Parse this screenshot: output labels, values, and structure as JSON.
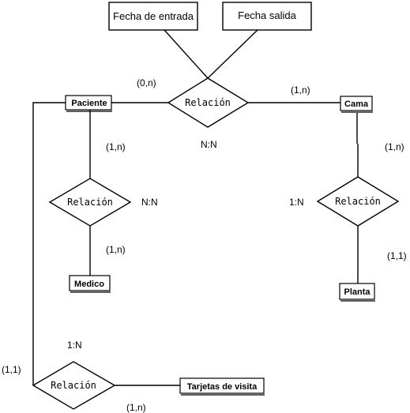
{
  "entities": {
    "paciente": "Paciente",
    "cama": "Cama",
    "medico": "Medico",
    "planta": "Planta",
    "tarjetas": "Tarjetas de visita"
  },
  "attributes": {
    "fecha_entrada": "Fecha de entrada",
    "fecha_salida": "Fecha salida"
  },
  "relationships": {
    "paciente_cama": "Relación",
    "paciente_medico": "Relación",
    "cama_planta": "Relación",
    "paciente_tarjetas": "Relación"
  },
  "labels": {
    "card_paciente_cama_left": "(0,n)",
    "card_paciente_cama_right": "(1,n)",
    "type_paciente_cama": "N:N",
    "card_paciente_medico_top": "(1,n)",
    "type_paciente_medico": "N:N",
    "card_paciente_medico_bottom": "(1,n)",
    "card_cama_planta_top": "(1,n)",
    "type_cama_planta": "1:N",
    "card_cama_planta_bottom": "(1,1)",
    "type_paciente_tarjetas": "1:N",
    "card_paciente_tarjetas_left": "(1,1)",
    "card_paciente_tarjetas_bottom": "(1,n)"
  }
}
